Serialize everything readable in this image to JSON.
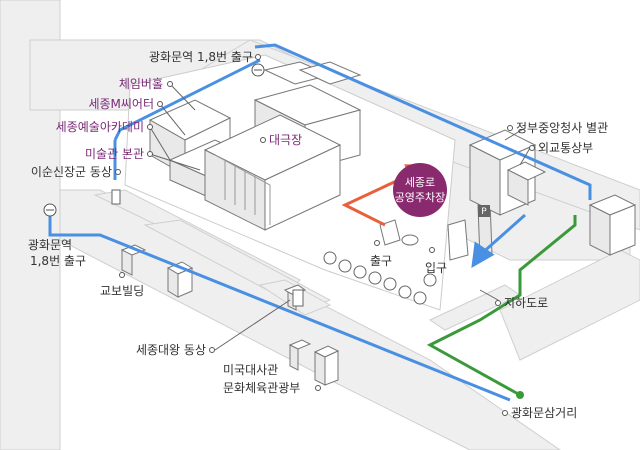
{
  "labels": {
    "gwanghwamun_exit_top": "광화문역 1,8번 출구",
    "gwanghwamun_exit_left_l1": "광화문역",
    "gwanghwamun_exit_left_l2": "1,8번 출구",
    "experience_hall": "체임버홀",
    "sejong_m_theater": "세종M씨어터",
    "sejong_art_academy": "세종예술아카데미",
    "art_museum_main": "미술관 본관",
    "yi_sun_sin_statue": "이순신장군 동상",
    "grand_theater": "대극장",
    "gov_complex_annex": "정부중앙청사 별관",
    "foreign_ministry": "외교통상부",
    "parking_name_l1": "세종로",
    "parking_name_l2": "공영주차장",
    "exit_label": "출구",
    "entrance_label": "입구",
    "underpass": "지하도로",
    "kyobo_building": "교보빌딩",
    "king_sejong_statue": "세종대왕 동상",
    "us_embassy": "미국대사관",
    "culture_ministry": "문화체육관광부",
    "gwanghwamun_intersection": "광화문삼거리"
  },
  "icons": {
    "subway": "subway-icon",
    "parking": "parking-sign-icon"
  },
  "colors": {
    "blue_route": "#4a90e2",
    "green_route": "#3a9a3a",
    "orange_route": "#e8603a",
    "parking_badge": "#8a2a6e",
    "purple_text": "#7a2a78"
  }
}
